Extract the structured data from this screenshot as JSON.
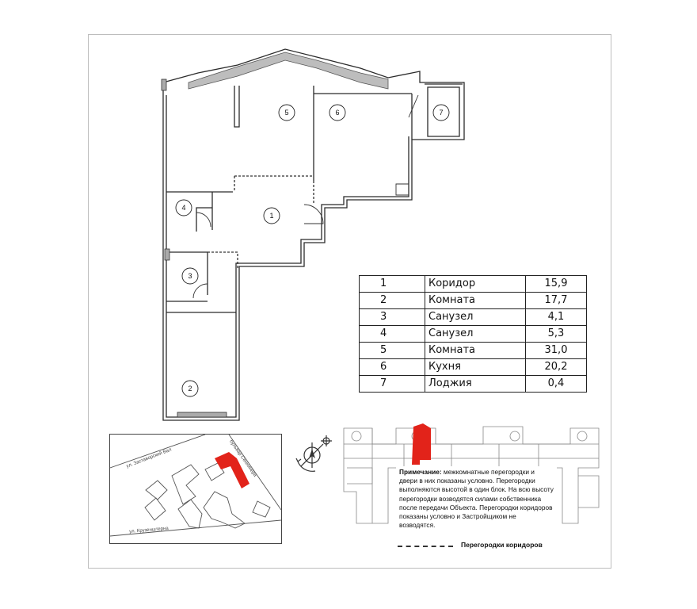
{
  "plan": {
    "room_markers": [
      "1",
      "2",
      "3",
      "4",
      "5",
      "6",
      "7"
    ]
  },
  "area_table": {
    "rows": [
      {
        "num": "1",
        "name": "Коридор",
        "area": "15,9"
      },
      {
        "num": "2",
        "name": "Комната",
        "area": "17,7"
      },
      {
        "num": "3",
        "name": "Санузел",
        "area": "4,1"
      },
      {
        "num": "4",
        "name": "Санузел",
        "area": "5,3"
      },
      {
        "num": "5",
        "name": "Комната",
        "area": "31,0"
      },
      {
        "num": "6",
        "name": "Кухня",
        "area": "20,2"
      },
      {
        "num": "7",
        "name": "Лоджия",
        "area": "0,4"
      }
    ]
  },
  "location_map": {
    "streets": [
      "ул. Заставорский Вал",
      "бульвар Сеннинера",
      "ул. Крузенштерна"
    ],
    "highlight_color": "#e2231a"
  },
  "note": {
    "title": "Примечание:",
    "text": "межкомнатные перегородки и двери в них показаны условно. Перегородки выполняются высотой в один блок. На всю высоту перегородки возводятся силами собственника после передачи Объекта. Перегородки коридоров показаны условно и Застройщиком не возводятся."
  },
  "legend": {
    "label": "Перегородки коридоров"
  },
  "colors": {
    "highlight": "#e2231a",
    "wall": "#2b2b2b"
  }
}
